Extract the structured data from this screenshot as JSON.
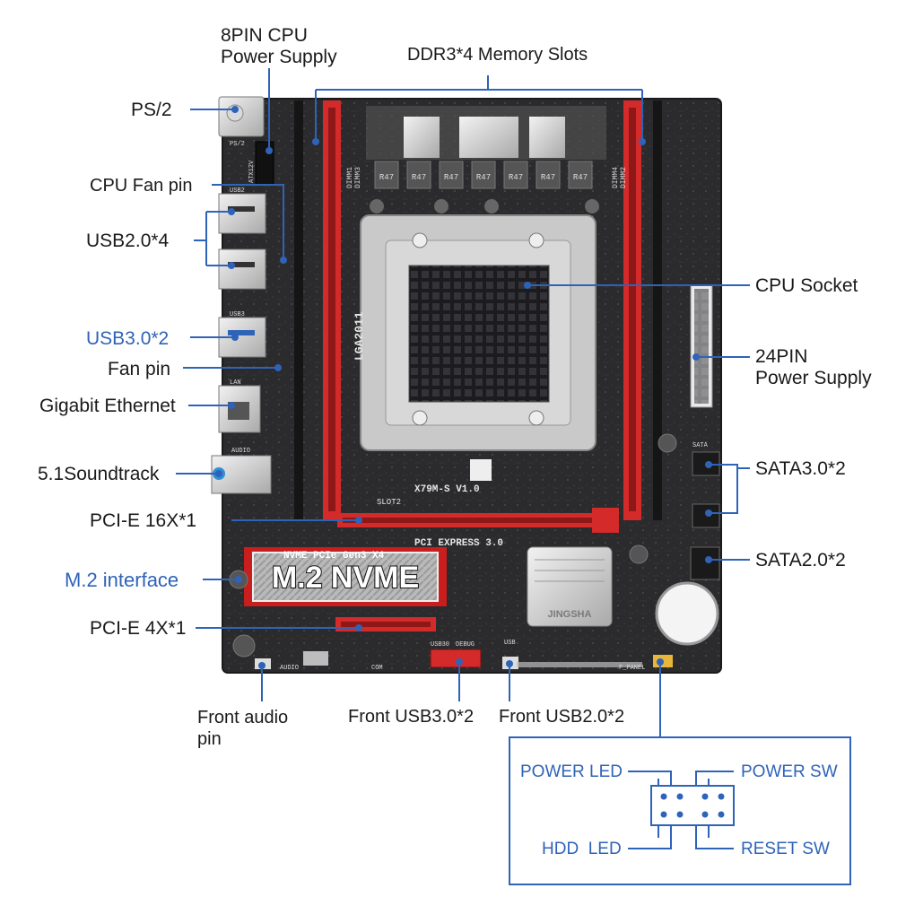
{
  "callouts": {
    "cpu_power": "8PIN CPU\nPower Supply",
    "ddr3": "DDR3*4 Memory Slots",
    "ps2": "PS/2",
    "cpu_fan": "CPU Fan pin",
    "usb2": "USB2.0*4",
    "usb3": "USB3.0*2",
    "fan": "Fan pin",
    "ethernet": "Gigabit Ethernet",
    "sound": "5.1Soundtrack",
    "pcie16": "PCI-E 16X*1",
    "m2": "M.2 interface",
    "pcie4": "PCI-E 4X*1",
    "front_audio": "Front audio\npin",
    "front_usb3": "Front USB3.0*2",
    "front_usb2": "Front USB2.0*2",
    "cpu_socket": "CPU Socket",
    "atx24": "24PIN\nPower Supply",
    "sata3": "SATA3.0*2",
    "sata2": "SATA2.0*2"
  },
  "board_text": {
    "lga": "LGA2011",
    "model": "X79M-S  V1.0",
    "pci_express": "PCI EXPRESS 3.0",
    "nvme_pcie": "NVME PCIe Gen3 X4",
    "m2_badge": "M.2 NVME",
    "brand": "JINGSHA",
    "slot2": "SLOT2",
    "dimm_left": "DIMM1\nDIMM3",
    "dimm_right": "DIMM4\nDIMM2",
    "r47": "R47",
    "debug": "DEBUG",
    "usb30": "USB30",
    "usb_small": "USB",
    "audio_small": "AUDIO",
    "com": "COM",
    "f_panel": "F_PANEL",
    "lan": "LAN",
    "usb3_small": "USB3",
    "usb2_small": "USB2",
    "ps2_small": "PS/2",
    "atx12v": "ATX12V",
    "sata_small": "SATA"
  },
  "front_panel": {
    "power_led": "POWER LED",
    "power_sw": "POWER SW",
    "hdd_led": "HDD  LED",
    "reset_sw": "RESET SW"
  },
  "colors": {
    "board": "#2a2a2c",
    "slot_red": "#d42a2a",
    "callout_blue": "#2f63b8"
  }
}
